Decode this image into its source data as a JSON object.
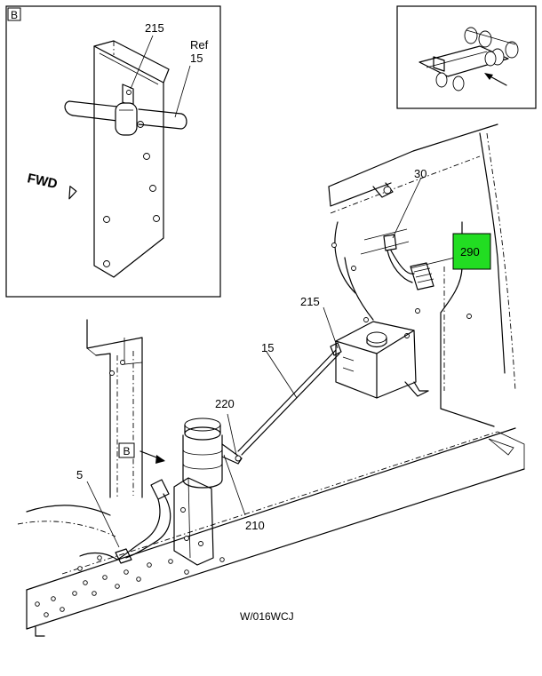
{
  "detail_view": {
    "tag": "B"
  },
  "callouts": {
    "c215_detail": "215",
    "ref_line1": "Ref",
    "ref_line2": "15",
    "fwd": "FWD",
    "c30": "30",
    "c290": "290",
    "c215_main": "215",
    "c15_main": "15",
    "c220": "220",
    "b_pointer": "B",
    "c5": "5",
    "c210": "210"
  },
  "drawing_id": "W/016WCJ",
  "colors": {
    "highlight": "#22dd22",
    "ink": "#000000",
    "paper": "#ffffff"
  }
}
